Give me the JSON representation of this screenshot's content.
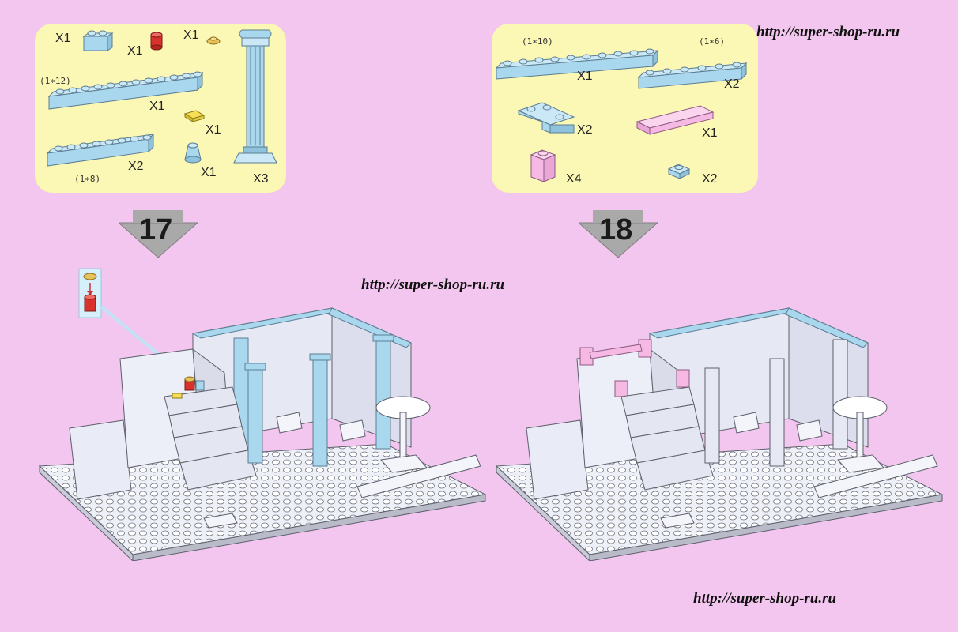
{
  "watermarks": {
    "top_right": "http://super-shop-ru.ru",
    "middle": "http://super-shop-ru.ru",
    "bottom_right": "http://super-shop-ru.ru"
  },
  "step17": {
    "number": "17",
    "parts": [
      {
        "qty": "X1",
        "desc": "small blue brick"
      },
      {
        "qty": "X1",
        "desc": "red round brick"
      },
      {
        "qty": "X1",
        "desc": "round gold plate"
      },
      {
        "qty": "X1",
        "size": "(1∗12)",
        "desc": "blue brick 1x12"
      },
      {
        "qty": "X1",
        "desc": "yellow tile"
      },
      {
        "qty": "X2",
        "size": "(1∗8)",
        "desc": "blue brick 1x8"
      },
      {
        "qty": "X1",
        "desc": "blue cone"
      },
      {
        "qty": "X3",
        "desc": "blue column"
      }
    ]
  },
  "step18": {
    "number": "18",
    "parts": [
      {
        "qty": "X1",
        "size": "(1∗10)",
        "desc": "blue brick 1x10"
      },
      {
        "qty": "X2",
        "size": "(1∗6)",
        "desc": "blue brick 1x6"
      },
      {
        "qty": "X2",
        "desc": "blue corner plate"
      },
      {
        "qty": "X1",
        "desc": "pink tile"
      },
      {
        "qty": "X4",
        "desc": "pink brick 1x1"
      },
      {
        "qty": "X2",
        "desc": "blue plate 1x1"
      }
    ]
  },
  "colors": {
    "background": "#f2c6ee",
    "panel": "#fbf7b4",
    "brick_blue": "#a9d7ee",
    "brick_pink": "#f6b9e4",
    "arrow_grey": "#a9a9a9"
  }
}
